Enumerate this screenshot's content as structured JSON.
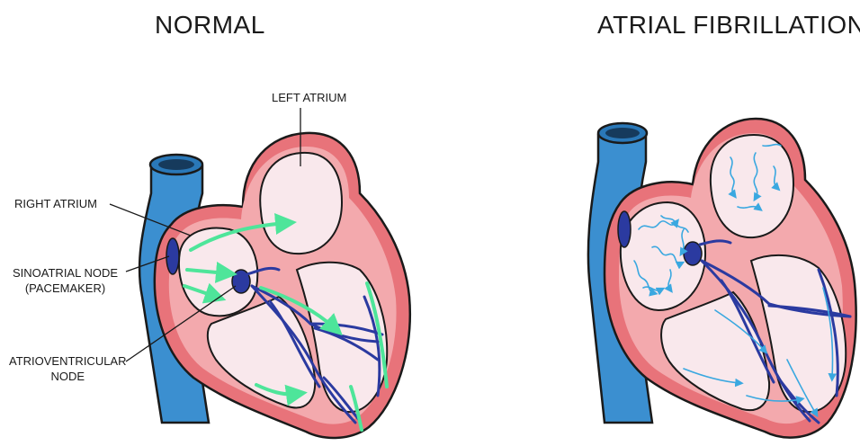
{
  "titles": {
    "normal": "NORMAL",
    "afib": "ATRIAL FIBRILLATION"
  },
  "labels": {
    "left_atrium": "LEFT ATRIUM",
    "right_atrium": "RIGHT ATRIUM",
    "sa_node_line1": "SINOATRIAL NODE",
    "sa_node_line2": "(PACEMAKER)",
    "av_node_line1": "ATRIOVENTRICULAR",
    "av_node_line2": "NODE"
  },
  "colors": {
    "vessel": "#3b8fd0",
    "vessel_dark": "#1c5f9a",
    "myocardium": "#e8737a",
    "myocardium_light": "#f3a9ad",
    "chamber": "#f9e8ec",
    "conduction": "#2b3aa0",
    "normal_signal": "#4ee59a",
    "fibrillation_signal": "#3aa8e0",
    "outline": "#1a1a1a"
  }
}
